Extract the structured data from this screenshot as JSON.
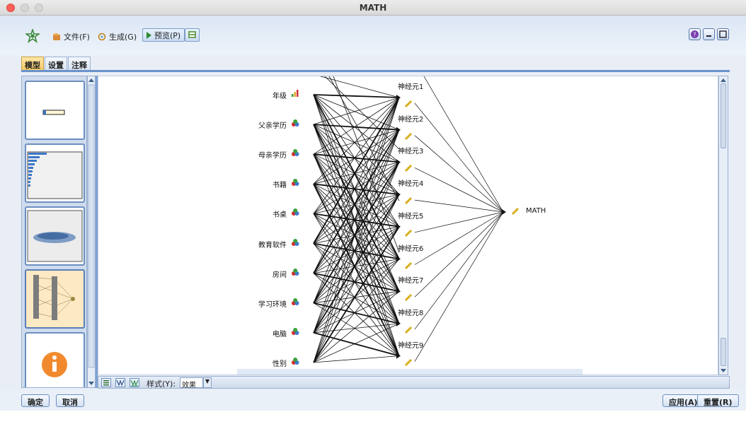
{
  "window": {
    "title": "MATH"
  },
  "menu": {
    "file": "文件(F)",
    "generate": "生成(G)",
    "preview": "预览(P)"
  },
  "tabs": [
    {
      "label": "模型",
      "active": true
    },
    {
      "label": "设置",
      "active": false
    },
    {
      "label": "注释",
      "active": false
    }
  ],
  "network": {
    "inputs": [
      "年级",
      "父亲学历",
      "母亲学历",
      "书籍",
      "书桌",
      "教育软件",
      "房间",
      "学习环境",
      "电脑",
      "性别"
    ],
    "hidden": [
      "神经元1",
      "神经元2",
      "神经元3",
      "神经元4",
      "神经元5",
      "神经元6",
      "神经元7",
      "神经元8",
      "神经元9"
    ],
    "output": "MATH"
  },
  "statusbar": {
    "style_label": "样式(Y):",
    "style_value": "效果"
  },
  "buttons": {
    "ok": "确定",
    "cancel": "取消",
    "apply": "应用(A)",
    "reset": "重置(R)"
  }
}
